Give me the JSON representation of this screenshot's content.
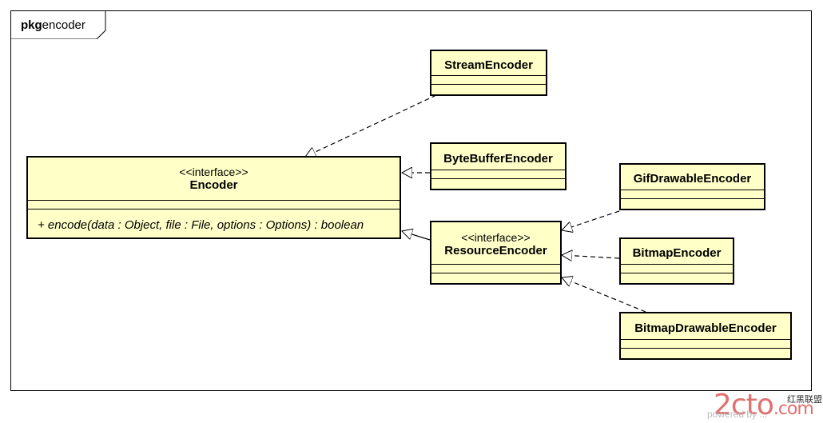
{
  "package": {
    "keyword": "pkg",
    "name": "encoder"
  },
  "classes": {
    "encoder": {
      "stereotype": "<<interface>>",
      "name": "Encoder",
      "operation": "+ encode(data : Object, file : File, options : Options) : boolean"
    },
    "resource_encoder": {
      "stereotype": "<<interface>>",
      "name": "ResourceEncoder"
    },
    "stream_encoder": {
      "name": "StreamEncoder"
    },
    "bytebuffer_encoder": {
      "name": "ByteBufferEncoder"
    },
    "gifdrawable_encoder": {
      "name": "GifDrawableEncoder"
    },
    "bitmap_encoder": {
      "name": "BitmapEncoder"
    },
    "bitmapdrawable_encoder": {
      "name": "BitmapDrawableEncoder"
    }
  },
  "colors": {
    "class_fill": "#ffffc8",
    "border": "#000000"
  },
  "watermark": {
    "logo": "2cto",
    "suffix": ".com",
    "tag": "红黑联盟",
    "powered": "powered by ..."
  }
}
